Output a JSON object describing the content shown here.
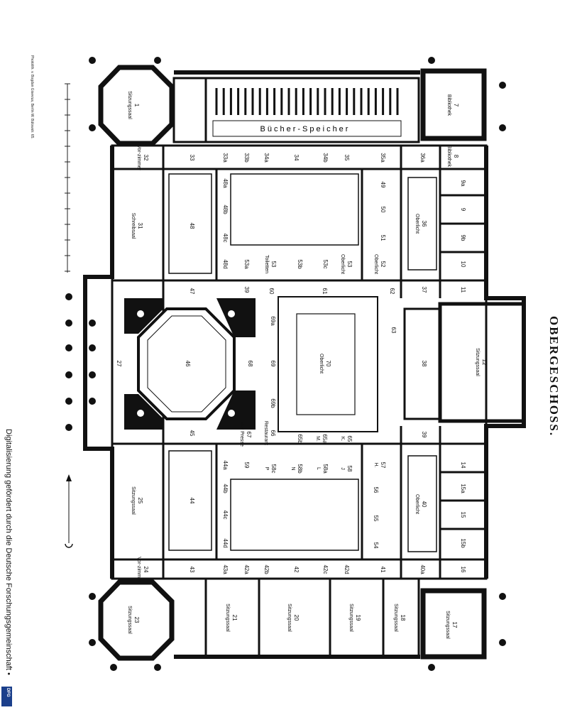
{
  "plan": {
    "title": "OBERGESCHOSS.",
    "credit": "Digitalisierung gefördert durch die Deutsche Forschungsgemeinschaft •",
    "dfg_logo": "DFG",
    "imprint": "Photolith. v. Bogdan Gisevius, Berlin W. Bülowstr. 65.",
    "north": "N.",
    "stack_label": "Bücher-Speicher",
    "rooms": {
      "r1": {
        "num": "1",
        "name": "Sitzungssaal"
      },
      "r7": {
        "num": "7",
        "name": "Bibliothek"
      },
      "r8": {
        "num": "8",
        "name": "Bibliothek"
      },
      "r9a": {
        "num": "9a",
        "name": ""
      },
      "r9": {
        "num": "9",
        "name": ""
      },
      "r9b": {
        "num": "9b",
        "name": ""
      },
      "r10": {
        "num": "10",
        "name": ""
      },
      "r11": {
        "num": "11",
        "name": ""
      },
      "r12": {
        "num": "12",
        "name": "Sitzungssaal"
      },
      "r14": {
        "num": "14",
        "name": ""
      },
      "r15a": {
        "num": "15a",
        "name": ""
      },
      "r15": {
        "num": "15",
        "name": ""
      },
      "r15b": {
        "num": "15b",
        "name": ""
      },
      "r16": {
        "num": "16",
        "name": ""
      },
      "r17": {
        "num": "17",
        "name": "Sitzungssaal"
      },
      "r18": {
        "num": "18",
        "name": "Sitzungssaal"
      },
      "r19": {
        "num": "19",
        "name": "Sitzungssaal"
      },
      "r20": {
        "num": "20",
        "name": "Sitzungssaal"
      },
      "r21": {
        "num": "21",
        "name": "Sitzungssaal"
      },
      "r23": {
        "num": "23",
        "name": "Sitzungssaal"
      },
      "r24": {
        "num": "24",
        "name": "Vor-zimmer"
      },
      "r25": {
        "num": "25",
        "name": "Sitzungssaal"
      },
      "r27": {
        "num": "27",
        "name": ""
      },
      "r31": {
        "num": "31",
        "name": "Schreibsaal"
      },
      "r32": {
        "num": "32",
        "name": "Vor-zimmer"
      },
      "r33": {
        "num": "33",
        "name": ""
      },
      "r33a": {
        "num": "33a",
        "name": ""
      },
      "r33b": {
        "num": "33b",
        "name": ""
      },
      "r34a": {
        "num": "34a",
        "name": ""
      },
      "r34": {
        "num": "34",
        "name": ""
      },
      "r34b": {
        "num": "34b",
        "name": ""
      },
      "r35": {
        "num": "35",
        "name": ""
      },
      "r35a": {
        "num": "35a",
        "name": ""
      },
      "r36a": {
        "num": "36a",
        "name": ""
      },
      "r36": {
        "num": "36",
        "name": "Oberlicht"
      },
      "r37": {
        "num": "37",
        "name": ""
      },
      "r38": {
        "num": "38",
        "name": ""
      },
      "r39": {
        "num": "39",
        "name": ""
      },
      "r39b": {
        "num": "39",
        "name": ""
      },
      "r40": {
        "num": "40",
        "name": "Oberlicht"
      },
      "r40a": {
        "num": "40a",
        "name": ""
      },
      "r41": {
        "num": "41",
        "name": ""
      },
      "r42": {
        "num": "42",
        "name": ""
      },
      "r42a": {
        "num": "42a",
        "name": ""
      },
      "r42b": {
        "num": "42b",
        "name": ""
      },
      "r42c": {
        "num": "42c",
        "name": ""
      },
      "r42d": {
        "num": "42d",
        "name": ""
      },
      "r43": {
        "num": "43",
        "name": ""
      },
      "r43a": {
        "num": "43a",
        "name": ""
      },
      "r44": {
        "num": "44",
        "name": ""
      },
      "r44a": {
        "num": "44a",
        "name": ""
      },
      "r44b": {
        "num": "44b",
        "name": ""
      },
      "r44c": {
        "num": "44c",
        "name": ""
      },
      "r44d": {
        "num": "44d",
        "name": ""
      },
      "r45": {
        "num": "45",
        "name": ""
      },
      "r46": {
        "num": "46",
        "name": ""
      },
      "r47": {
        "num": "47",
        "name": ""
      },
      "r48": {
        "num": "48",
        "name": ""
      },
      "r48a": {
        "num": "48a",
        "name": ""
      },
      "r48b": {
        "num": "48b",
        "name": ""
      },
      "r48c": {
        "num": "48c",
        "name": ""
      },
      "r48d": {
        "num": "48d",
        "name": ""
      },
      "r49": {
        "num": "49",
        "name": ""
      },
      "r50": {
        "num": "50",
        "name": ""
      },
      "r51": {
        "num": "51",
        "name": ""
      },
      "r52": {
        "num": "52",
        "name": "Oberlicht"
      },
      "r53a": {
        "num": "53a",
        "name": ""
      },
      "r53": {
        "num": "53",
        "name": "Toiletten"
      },
      "r53b": {
        "num": "53b",
        "name": ""
      },
      "r53c": {
        "num": "53c",
        "name": ""
      },
      "r53d": {
        "num": "53",
        "name": "Oberlicht"
      },
      "r54": {
        "num": "54",
        "name": ""
      },
      "r55": {
        "num": "55",
        "name": ""
      },
      "r56": {
        "num": "56",
        "name": ""
      },
      "r57": {
        "num": "57",
        "name": "H."
      },
      "r58": {
        "num": "58",
        "name": "J"
      },
      "r58a": {
        "num": "58a",
        "name": "L"
      },
      "r58b": {
        "num": "58b",
        "name": "N"
      },
      "r58c": {
        "num": "58c",
        "name": "P"
      },
      "r59": {
        "num": "59",
        "name": ""
      },
      "r60": {
        "num": "60",
        "name": ""
      },
      "r61": {
        "num": "61",
        "name": ""
      },
      "r62": {
        "num": "62",
        "name": ""
      },
      "r63": {
        "num": "63",
        "name": ""
      },
      "r65": {
        "num": "65",
        "name": "K."
      },
      "r65a": {
        "num": "65a",
        "name": "M."
      },
      "r65b": {
        "num": "65b",
        "name": ""
      },
      "r66": {
        "num": "66",
        "name": "Restaurant"
      },
      "r67": {
        "num": "67",
        "name": "der Presse"
      },
      "r68": {
        "num": "68",
        "name": ""
      },
      "r69": {
        "num": "69",
        "name": ""
      },
      "r69a": {
        "num": "69a",
        "name": ""
      },
      "r69b": {
        "num": "69b",
        "name": ""
      },
      "r70": {
        "num": "70",
        "name": "Oberlicht"
      }
    }
  }
}
